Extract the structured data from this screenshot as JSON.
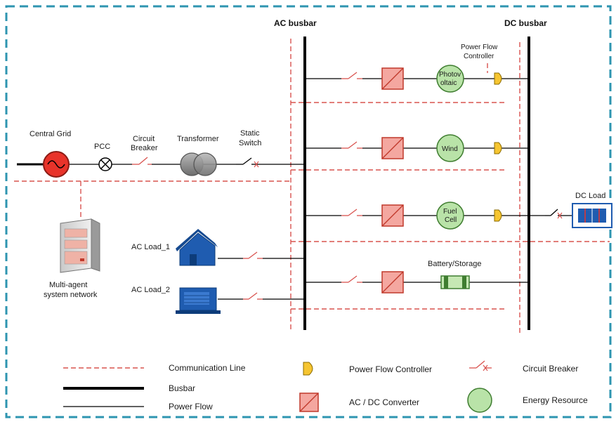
{
  "colors": {
    "frame": "#2e95b0",
    "comm": "#d9534f",
    "busbar": "#000000",
    "converter_fill": "#f4a7a0",
    "converter_stroke": "#c0392b",
    "resource_fill": "#b9e3a8",
    "resource_stroke": "#3f7d30",
    "pfc_fill": "#f6c531",
    "grid_fill": "#e8332a",
    "transformer_fill": "#8f8f8f",
    "house_fill": "#1f5cb0",
    "battery_fill": "#c6e8b4",
    "server_fill": "#efb2a6"
  },
  "busbars": {
    "ac": "AC busbar",
    "dc": "DC busbar"
  },
  "grid_side": {
    "central_grid": "Central Grid",
    "pcc": "PCC",
    "circuit_breaker": [
      "Circuit",
      "Breaker"
    ],
    "transformer": "Transformer",
    "static_switch": [
      "Static",
      "Switch"
    ]
  },
  "resources": {
    "pv": [
      "Photov",
      "oltaic"
    ],
    "wind": "Wind",
    "fuel_cell": [
      "Fuel",
      "Cell"
    ],
    "battery": "Battery/Storage"
  },
  "power_flow_controller_label": [
    "Power Flow",
    "Controller"
  ],
  "dc_load": "DC Load",
  "ac_loads": {
    "load1": "AC Load_1",
    "load2": "AC Load_2"
  },
  "mas": [
    "Multi-agent",
    "system network"
  ],
  "legend": {
    "communication_line": "Communication Line",
    "busbar": "Busbar",
    "power_flow": "Power Flow",
    "power_flow_controller": "Power Flow Controller",
    "ac_dc_converter": "AC / DC Converter",
    "circuit_breaker": "Circuit Breaker",
    "energy_resource": "Energy Resource"
  }
}
